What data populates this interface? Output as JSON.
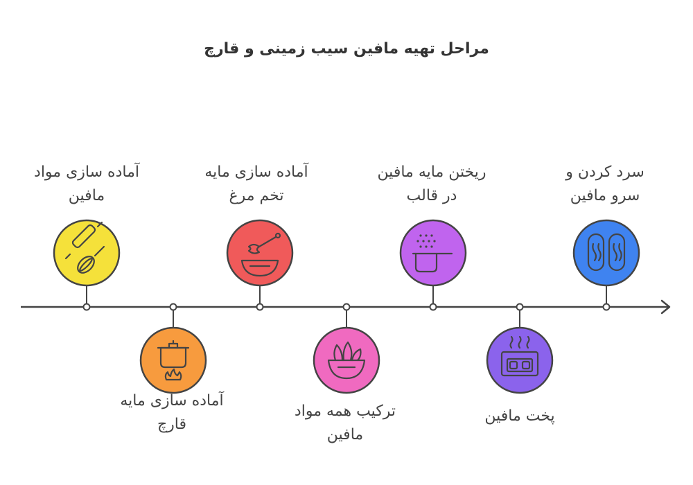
{
  "title": "مراحل تهیه مافین سیب زمینی و قارچ",
  "steps": [
    {
      "lines": [
        "آماده سازی مواد",
        "مافین"
      ],
      "color": "#f5e13a",
      "icon": "rolling-pin-whisk-icon"
    },
    {
      "lines": [
        "آماده سازی مایه",
        "قارچ"
      ],
      "color": "#f79b3e",
      "icon": "cooking-pot-icon"
    },
    {
      "lines": [
        "آماده سازی مایه",
        "تخم مرغ"
      ],
      "color": "#f05a5a",
      "icon": "mixing-bowl-icon"
    },
    {
      "lines": [
        "ترکیب همه مواد",
        "مافین"
      ],
      "color": "#f06ac0",
      "icon": "salad-bowl-icon"
    },
    {
      "lines": [
        "ریختن مایه مافین",
        "در قالب"
      ],
      "color": "#c064ee",
      "icon": "saucepan-icon"
    },
    {
      "lines": [
        "پخت مافین"
      ],
      "color": "#8b63ec",
      "icon": "oven-icon"
    },
    {
      "lines": [
        "سرد کردن و",
        "سرو مافین"
      ],
      "color": "#3f83f0",
      "icon": "muffins-icon"
    }
  ]
}
